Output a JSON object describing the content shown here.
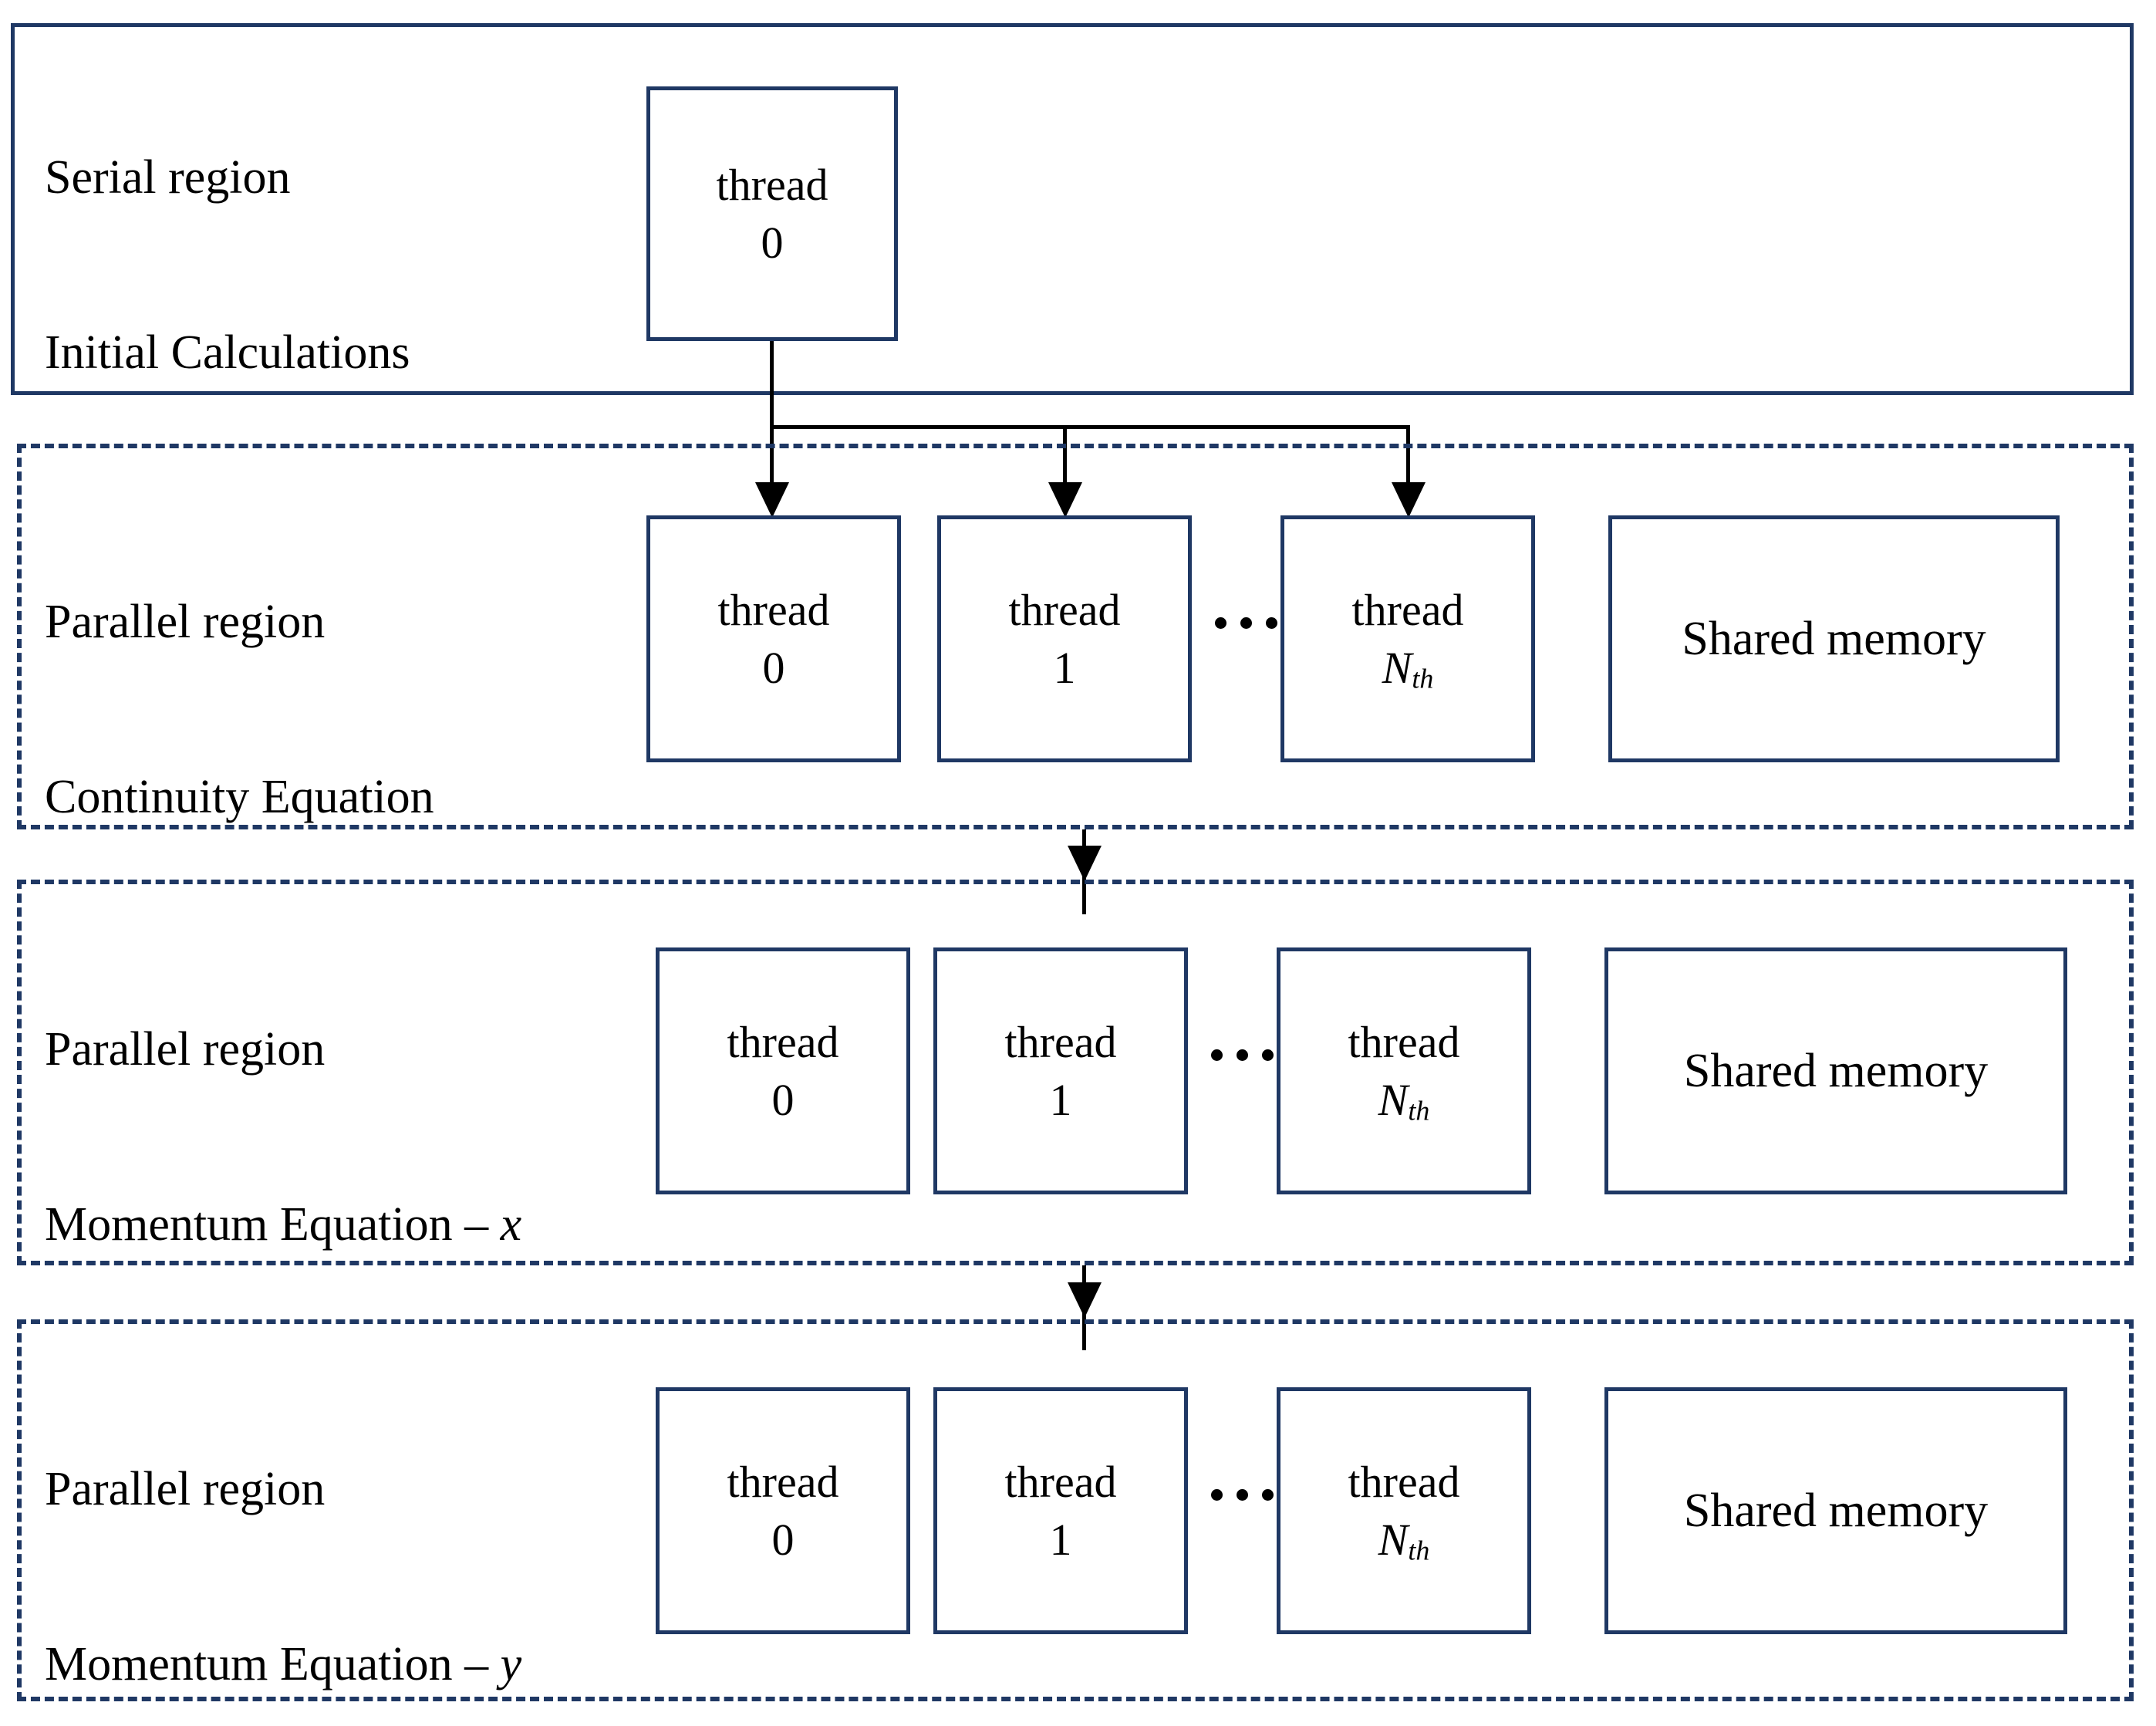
{
  "diagram": {
    "title": "OpenMP parallel region flow for CFD solver",
    "colors": {
      "border": "#1F3864",
      "arrow": "#000000",
      "background": "#ffffff"
    },
    "regions": [
      {
        "id": "serial-region",
        "style": "solid",
        "label_line1": "Serial region",
        "label_line2": "Initial Calculations",
        "label_suffix": "",
        "nodes": [
          {
            "id": "serial-thread-0",
            "line1": "thread",
            "line2": "0",
            "subscript": ""
          }
        ]
      },
      {
        "id": "parallel-region-continuity",
        "style": "dashed",
        "label_line1": "Parallel region",
        "label_line2": "Continuity Equation",
        "label_suffix": "",
        "nodes": [
          {
            "id": "thread-0",
            "line1": "thread",
            "line2": "0",
            "subscript": ""
          },
          {
            "id": "thread-1",
            "line1": "thread",
            "line2": "1",
            "subscript": ""
          },
          {
            "id": "thread-nth",
            "line1": "thread",
            "line2": "N",
            "subscript": "th"
          },
          {
            "id": "shared-memory",
            "line1": "Shared memory",
            "line2": "",
            "subscript": ""
          }
        ]
      },
      {
        "id": "parallel-region-momentum-x",
        "style": "dashed",
        "label_line1": "Parallel region",
        "label_line2": "Momentum Equation – ",
        "label_suffix": "x",
        "nodes": [
          {
            "id": "thread-0",
            "line1": "thread",
            "line2": "0",
            "subscript": ""
          },
          {
            "id": "thread-1",
            "line1": "thread",
            "line2": "1",
            "subscript": ""
          },
          {
            "id": "thread-nth",
            "line1": "thread",
            "line2": "N",
            "subscript": "th"
          },
          {
            "id": "shared-memory",
            "line1": "Shared memory",
            "line2": "",
            "subscript": ""
          }
        ]
      },
      {
        "id": "parallel-region-momentum-y",
        "style": "dashed",
        "label_line1": "Parallel region",
        "label_line2": "Momentum Equation – ",
        "label_suffix": "y",
        "nodes": [
          {
            "id": "thread-0",
            "line1": "thread",
            "line2": "0",
            "subscript": ""
          },
          {
            "id": "thread-1",
            "line1": "thread",
            "line2": "1",
            "subscript": ""
          },
          {
            "id": "thread-nth",
            "line1": "thread",
            "line2": "N",
            "subscript": "th"
          },
          {
            "id": "shared-memory",
            "line1": "Shared memory",
            "line2": "",
            "subscript": ""
          }
        ]
      }
    ],
    "ellipsis": "…",
    "connectors": {
      "fork_description": "thread 0 forks into thread 0, thread 1, thread Nth",
      "sequence_description": "continuity equation then momentum equation x then momentum equation y"
    }
  }
}
